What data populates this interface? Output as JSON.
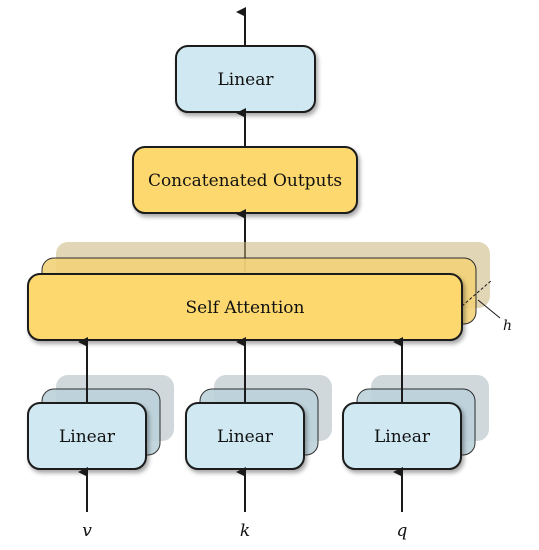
{
  "nodes": {
    "top_linear": "Linear",
    "concat": "Concatenated Outputs",
    "self_attention": "Self Attention",
    "linear_v": "Linear",
    "linear_k": "Linear",
    "linear_q": "Linear"
  },
  "inputs": {
    "v": "v",
    "k": "k",
    "q": "q"
  },
  "heads_label": "h",
  "colors": {
    "linear_fill": "#cfe8f1",
    "attention_fill": "#fcd86e",
    "stroke": "#1a1a1a",
    "stack_shadow_linear": "#a9b8bf",
    "stack_shadow_attention": "#c9b57a"
  }
}
